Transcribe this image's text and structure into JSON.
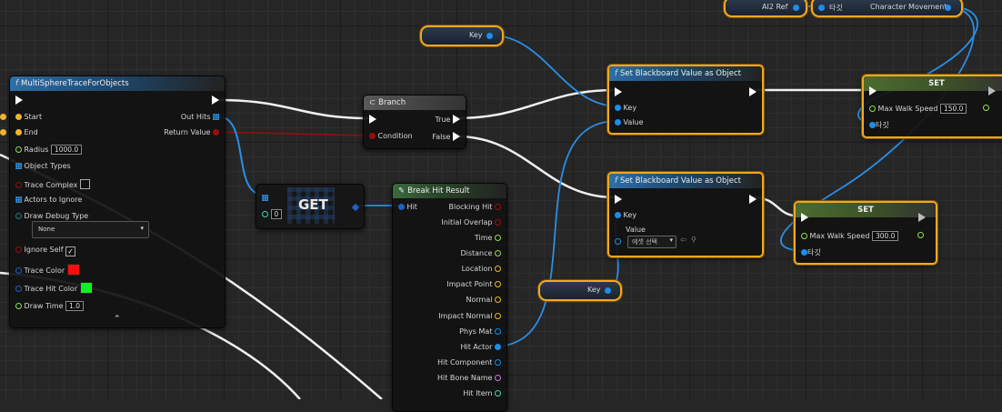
{
  "colors": {
    "object_pin": "#1b8ee8",
    "bool_pin": "#9b0d0d",
    "float_pin": "#8fe24a",
    "struct_pin": "#1e60c4",
    "selection": "#f2a91c"
  },
  "trace_node": {
    "title": "MultiSphereTraceForObjects",
    "pins_in": {
      "start": "Start",
      "end": "End",
      "radius": "Radius",
      "radius_value": "1000.0",
      "object_types": "Object Types",
      "trace_complex": "Trace Complex",
      "actors_to_ignore": "Actors to Ignore",
      "draw_debug_type": "Draw Debug Type",
      "draw_debug_value": "None",
      "ignore_self": "Ignore Self",
      "trace_color": "Trace Color",
      "trace_hit_color": "Trace Hit Color",
      "draw_time": "Draw Time",
      "draw_time_value": "1.0"
    },
    "pins_out": {
      "out_hits": "Out Hits",
      "return_value": "Return Value"
    },
    "collapse_icon": "chevron-up-icon"
  },
  "branch_node": {
    "title": "Branch",
    "condition": "Condition",
    "true_label": "True",
    "false_label": "False"
  },
  "get_node": {
    "title": "GET",
    "index_value": "0"
  },
  "break_hit_node": {
    "title": "Break Hit Result",
    "input": "Hit",
    "outputs": [
      "Blocking Hit",
      "Initial Overlap",
      "Time",
      "Distance",
      "Location",
      "Impact Point",
      "Normal",
      "Impact Normal",
      "Phys Mat",
      "Hit Actor",
      "Hit Component",
      "Hit Bone Name",
      "Hit Item"
    ]
  },
  "bb_set_1": {
    "title": "Set Blackboard Value as Object",
    "key": "Key",
    "value": "Value"
  },
  "bb_set_2": {
    "title": "Set Blackboard Value as Object",
    "key": "Key",
    "value": "Value",
    "select_placeholder": "에셋 선택"
  },
  "key_var_1": {
    "label": "Key"
  },
  "key_var_2": {
    "label": "Key"
  },
  "ai2_ref": {
    "label": "AI2 Ref"
  },
  "target_var": {
    "label": "타깃"
  },
  "char_movement": {
    "label": "Character Movement"
  },
  "set_node_1": {
    "title": "SET",
    "max_walk_speed": "Max Walk Speed",
    "value": "150.0",
    "target": "타깃"
  },
  "set_node_2": {
    "title": "SET",
    "max_walk_speed": "Max Walk Speed",
    "value": "300.0",
    "target": "타깃"
  }
}
